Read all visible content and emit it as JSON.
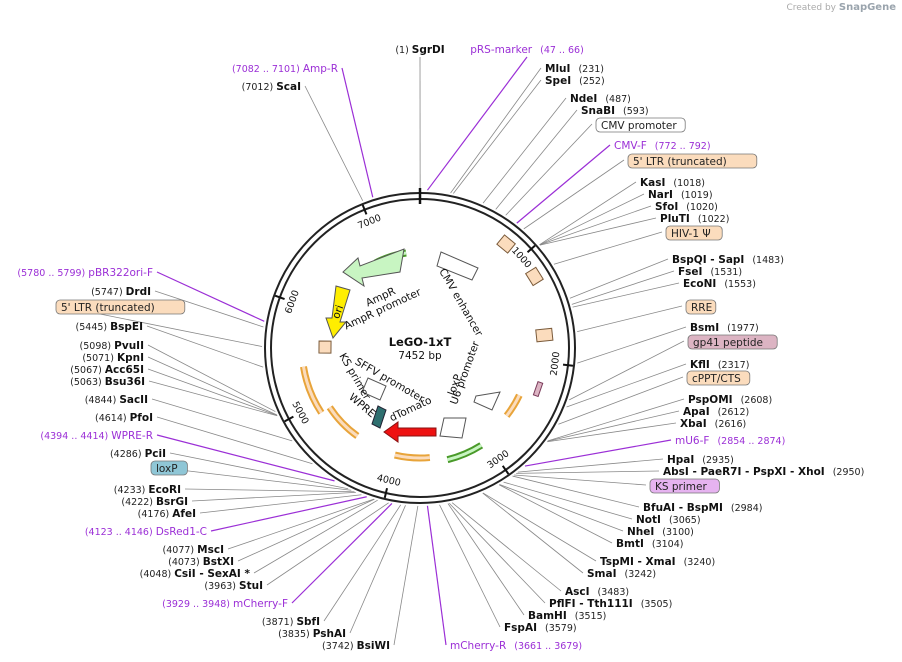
{
  "credit": {
    "prefix": "Created by",
    "brand": "SnapGene"
  },
  "plasmid": {
    "name": "LeGO-1xT",
    "length": "7452 bp",
    "total_bp": 7452
  },
  "ticks": [
    {
      "bp": 1000,
      "label": "1000"
    },
    {
      "bp": 2000,
      "label": "2000"
    },
    {
      "bp": 3000,
      "label": "3000"
    },
    {
      "bp": 4000,
      "label": "4000"
    },
    {
      "bp": 5000,
      "label": "5000"
    },
    {
      "bp": 6000,
      "label": "6000"
    },
    {
      "bp": 7000,
      "label": "7000"
    }
  ],
  "labels": [
    {
      "id": "sgrdi",
      "pre": "(1)",
      "name": "SgrDI",
      "post": "",
      "color": "#111111"
    },
    {
      "id": "prs-marker",
      "pre": "",
      "name": "pRS-marker",
      "post": "(47 .. 66)",
      "color": "#9b2fd6"
    },
    {
      "id": "mlui",
      "pre": "",
      "name": "MluI",
      "post": "(231)",
      "color": "#111111"
    },
    {
      "id": "spei",
      "pre": "",
      "name": "SpeI",
      "post": "(252)",
      "color": "#111111"
    },
    {
      "id": "ndei",
      "pre": "",
      "name": "NdeI",
      "post": "(487)",
      "color": "#111111"
    },
    {
      "id": "snabi",
      "pre": "",
      "name": "SnaBI",
      "post": "(593)",
      "color": "#111111"
    },
    {
      "id": "cmv-promoter",
      "pre": "",
      "name": "CMV promoter",
      "post": "",
      "color": "#ffffff"
    },
    {
      "id": "cmv-f",
      "pre": "",
      "name": "CMV-F",
      "post": "(772 .. 792)",
      "color": "#9b2fd6"
    },
    {
      "id": "ltr-right",
      "pre": "",
      "name": "5' LTR (truncated)",
      "post": "",
      "color": "#fbdcbd"
    },
    {
      "id": "kasi",
      "pre": "",
      "name": "KasI",
      "post": "(1018)",
      "color": "#111111"
    },
    {
      "id": "nari",
      "pre": "",
      "name": "NarI",
      "post": "(1019)",
      "color": "#111111"
    },
    {
      "id": "sfoi",
      "pre": "",
      "name": "SfoI",
      "post": "(1020)",
      "color": "#111111"
    },
    {
      "id": "plutii",
      "pre": "",
      "name": "PluTI",
      "post": "(1022)",
      "color": "#111111"
    },
    {
      "id": "hiv1",
      "pre": "",
      "name": "HIV-1 Ψ",
      "post": "",
      "color": "#fbdcbd"
    },
    {
      "id": "bspqi",
      "pre": "",
      "name": "BspQI - SapI",
      "post": "(1483)",
      "color": "#111111"
    },
    {
      "id": "fsei",
      "pre": "",
      "name": "FseI",
      "post": "(1531)",
      "color": "#111111"
    },
    {
      "id": "econi",
      "pre": "",
      "name": "EcoNI",
      "post": "(1553)",
      "color": "#111111"
    },
    {
      "id": "rre",
      "pre": "",
      "name": "RRE",
      "post": "",
      "color": "#fbdcbd"
    },
    {
      "id": "bsmi",
      "pre": "",
      "name": "BsmI",
      "post": "(1977)",
      "color": "#111111"
    },
    {
      "id": "gp41",
      "pre": "",
      "name": "gp41 peptide",
      "post": "",
      "color": "#dcb4c3"
    },
    {
      "id": "kfli",
      "pre": "",
      "name": "KflI",
      "post": "(2317)",
      "color": "#111111"
    },
    {
      "id": "cppt",
      "pre": "",
      "name": "cPPT/CTS",
      "post": "",
      "color": "#fbdcbd"
    },
    {
      "id": "pspomi",
      "pre": "",
      "name": "PspOMI",
      "post": "(2608)",
      "color": "#111111"
    },
    {
      "id": "apai",
      "pre": "",
      "name": "ApaI",
      "post": "(2612)",
      "color": "#111111"
    },
    {
      "id": "xbai",
      "pre": "",
      "name": "XbaI",
      "post": "(2616)",
      "color": "#111111"
    },
    {
      "id": "mu6f",
      "pre": "",
      "name": "mU6-F",
      "post": "(2854 .. 2874)",
      "color": "#9b2fd6"
    },
    {
      "id": "hpai",
      "pre": "",
      "name": "HpaI",
      "post": "(2935)",
      "color": "#111111"
    },
    {
      "id": "absi",
      "pre": "",
      "name": "AbsI - PaeR7I - PspXI - XhoI",
      "post": "(2950)",
      "color": "#111111"
    },
    {
      "id": "ks-primer-box",
      "pre": "",
      "name": "KS primer",
      "post": "",
      "color": "#e6b3f0"
    },
    {
      "id": "bfuai",
      "pre": "",
      "name": "BfuAI - BspMI",
      "post": "(2984)",
      "color": "#111111"
    },
    {
      "id": "noti",
      "pre": "",
      "name": "NotI",
      "post": "(3065)",
      "color": "#111111"
    },
    {
      "id": "neei",
      "pre": "",
      "name": "NheI",
      "post": "(3100)",
      "color": "#111111"
    },
    {
      "id": "bmti",
      "pre": "",
      "name": "BmtI",
      "post": "(3104)",
      "color": "#111111"
    },
    {
      "id": "tspmi",
      "pre": "",
      "name": "TspMI - XmaI",
      "post": "(3240)",
      "color": "#111111"
    },
    {
      "id": "smai",
      "pre": "",
      "name": "SmaI",
      "post": "(3242)",
      "color": "#111111"
    },
    {
      "id": "asci",
      "pre": "",
      "name": "AscI",
      "post": "(3483)",
      "color": "#111111"
    },
    {
      "id": "pflfi",
      "pre": "",
      "name": "PflFI - Tth111I",
      "post": "(3505)",
      "color": "#111111"
    },
    {
      "id": "bamhi",
      "pre": "",
      "name": "BamHI",
      "post": "(3515)",
      "color": "#111111"
    },
    {
      "id": "fspai",
      "pre": "",
      "name": "FspAI",
      "post": "(3579)",
      "color": "#111111"
    },
    {
      "id": "mcherry-r",
      "pre": "",
      "name": "mCherry-R",
      "post": "(3661 .. 3679)",
      "color": "#9b2fd6"
    },
    {
      "id": "bsiwi",
      "pre": "(3742)",
      "name": "BsiWI",
      "post": "",
      "color": "#111111"
    },
    {
      "id": "pshai",
      "pre": "(3835)",
      "name": "PshAI",
      "post": "",
      "color": "#111111"
    },
    {
      "id": "sbfi",
      "pre": "(3871)",
      "name": "SbfI",
      "post": "",
      "color": "#111111"
    },
    {
      "id": "mcherry-f",
      "pre": "(3929 .. 3948)",
      "name": "mCherry-F",
      "post": "",
      "color": "#9b2fd6"
    },
    {
      "id": "stui",
      "pre": "(3963)",
      "name": "StuI",
      "post": "",
      "color": "#111111"
    },
    {
      "id": "csii",
      "pre": "(4048)",
      "name": "CsiI - SexAI *",
      "post": "",
      "color": "#111111"
    },
    {
      "id": "bstxi",
      "pre": "(4073)",
      "name": "BstXI",
      "post": "",
      "color": "#111111"
    },
    {
      "id": "msci",
      "pre": "(4077)",
      "name": "MscI",
      "post": "",
      "color": "#111111"
    },
    {
      "id": "dsred1c",
      "pre": "(4123 .. 4146)",
      "name": "DsRed1-C",
      "post": "",
      "color": "#9b2fd6"
    },
    {
      "id": "afei",
      "pre": "(4176)",
      "name": "AfeI",
      "post": "",
      "color": "#111111"
    },
    {
      "id": "bsrgi",
      "pre": "(4222)",
      "name": "BsrGI",
      "post": "",
      "color": "#111111"
    },
    {
      "id": "ecori",
      "pre": "(4233)",
      "name": "EcoRI",
      "post": "",
      "color": "#111111"
    },
    {
      "id": "loxp-box",
      "pre": "",
      "name": "loxP",
      "post": "",
      "color": "#8fc6d6"
    },
    {
      "id": "pcii",
      "pre": "(4286)",
      "name": "PciI",
      "post": "",
      "color": "#111111"
    },
    {
      "id": "wpre-r",
      "pre": "(4394 .. 4414)",
      "name": "WPRE-R",
      "post": "",
      "color": "#9b2fd6"
    },
    {
      "id": "pfoi",
      "pre": "(4614)",
      "name": "PfoI",
      "post": "",
      "color": "#111111"
    },
    {
      "id": "sacii",
      "pre": "(4844)",
      "name": "SacII",
      "post": "",
      "color": "#111111"
    },
    {
      "id": "bsu36i",
      "pre": "(5063)",
      "name": "Bsu36I",
      "post": "",
      "color": "#111111"
    },
    {
      "id": "acc65i",
      "pre": "(5067)",
      "name": "Acc65I",
      "post": "",
      "color": "#111111"
    },
    {
      "id": "kpni",
      "pre": "(5071)",
      "name": "KpnI",
      "post": "",
      "color": "#111111"
    },
    {
      "id": "pvuii",
      "pre": "(5098)",
      "name": "PvuII",
      "post": "",
      "color": "#111111"
    },
    {
      "id": "bspei",
      "pre": "(5445)",
      "name": "BspEI",
      "post": "",
      "color": "#111111"
    },
    {
      "id": "ltr-left",
      "pre": "",
      "name": "5' LTR (truncated)",
      "post": "",
      "color": "#fbdcbd"
    },
    {
      "id": "drdi",
      "pre": "(5747)",
      "name": "DrdI",
      "post": "",
      "color": "#111111"
    },
    {
      "id": "pbr322",
      "pre": "(5780 .. 5799)",
      "name": "pBR322ori-F",
      "post": "",
      "color": "#9b2fd6"
    },
    {
      "id": "scai",
      "pre": "(7012)",
      "name": "ScaI",
      "post": "",
      "color": "#111111"
    },
    {
      "id": "amp-r",
      "pre": "(7082 .. 7101)",
      "name": "Amp-R",
      "post": "",
      "color": "#9b2fd6"
    }
  ],
  "features": [
    {
      "id": "ampr",
      "name": "AmpR",
      "color": "#c8f5c2"
    },
    {
      "id": "ampr-promoter",
      "name": "AmpR promoter",
      "color": "#ffffff"
    },
    {
      "id": "ori",
      "name": "ori",
      "color": "#ffee00"
    },
    {
      "id": "cmv-enhancer",
      "name": "CMV enhancer",
      "color": "#ffffff"
    },
    {
      "id": "u6-promoter",
      "name": "U6 promoter",
      "color": "#ffffff"
    },
    {
      "id": "loxp",
      "name": "loxP",
      "color": "#8fc6d6"
    },
    {
      "id": "dtomato",
      "name": "dTomato",
      "color": "#ee1111"
    },
    {
      "id": "sffv",
      "name": "SFFV promoter",
      "color": "#ffffff"
    },
    {
      "id": "wpre",
      "name": "WPRE",
      "color": "#ffffff"
    },
    {
      "id": "ks-primer",
      "name": "KS primer",
      "color": "#e6b3f0"
    }
  ]
}
